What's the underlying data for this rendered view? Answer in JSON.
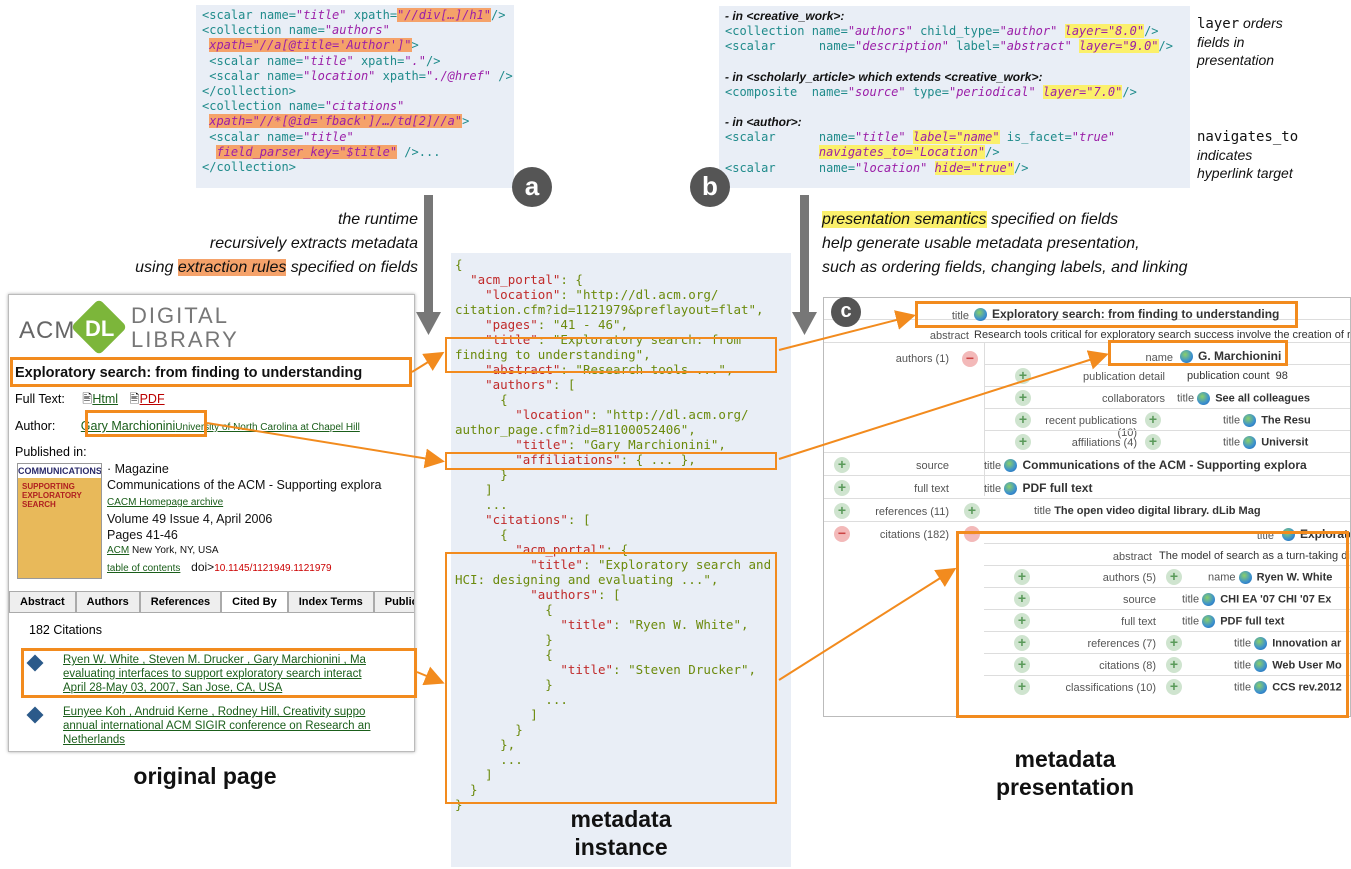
{
  "panel_a": {
    "lines": [
      [
        [
          "tg",
          "<scalar "
        ],
        [
          "an",
          "name="
        ],
        [
          "av",
          "\"title\" "
        ],
        [
          "an",
          "xpath="
        ],
        [
          "hlo",
          "\"//div[…]/h1\""
        ],
        [
          "tg",
          "/>"
        ]
      ],
      [
        [
          "tg",
          "<collection "
        ],
        [
          "an",
          "name="
        ],
        [
          "av",
          "\"authors\""
        ]
      ],
      [
        [
          "tg",
          " "
        ],
        [
          "hlo",
          "xpath=\"//a[@title='Author']\""
        ],
        [
          "tg",
          ">"
        ]
      ],
      [
        [
          "tg",
          " <scalar "
        ],
        [
          "an",
          "name="
        ],
        [
          "av",
          "\"title\" "
        ],
        [
          "an",
          "xpath="
        ],
        [
          "av",
          "\".\""
        ],
        [
          "tg",
          "/>"
        ]
      ],
      [
        [
          "tg",
          " <scalar "
        ],
        [
          "an",
          "name="
        ],
        [
          "av",
          "\"location\" "
        ],
        [
          "an",
          "xpath="
        ],
        [
          "av",
          "\"./@href\" "
        ],
        [
          "tg",
          "/>"
        ]
      ],
      [
        [
          "tg",
          "</collection>"
        ]
      ],
      [
        [
          "tg",
          "<collection "
        ],
        [
          "an",
          "name="
        ],
        [
          "av",
          "\"citations\""
        ]
      ],
      [
        [
          "tg",
          " "
        ],
        [
          "hlo",
          "xpath=\"//*[@id='fback']/…/td[2]//a\""
        ],
        [
          "tg",
          ">"
        ]
      ],
      [
        [
          "tg",
          " <scalar "
        ],
        [
          "an",
          "name="
        ],
        [
          "av",
          "\"title\""
        ]
      ],
      [
        [
          "tg",
          "  "
        ],
        [
          "hlo",
          "field_parser_key=\"$title\""
        ],
        [
          "tg",
          " />..."
        ]
      ],
      [
        [
          "tg",
          "</collection>"
        ]
      ]
    ],
    "label": "a"
  },
  "panel_b": {
    "lines": [
      [
        [
          "hd",
          "- in <creative_work>:"
        ]
      ],
      [
        [
          "tg",
          "<collection "
        ],
        [
          "an",
          "name="
        ],
        [
          "av",
          "\"authors\" "
        ],
        [
          "an",
          "child_type="
        ],
        [
          "av",
          "\"author\" "
        ],
        [
          "hly",
          "layer=\"8.0\""
        ],
        [
          "tg",
          "/>"
        ]
      ],
      [
        [
          "tg",
          "<scalar      "
        ],
        [
          "an",
          "name="
        ],
        [
          "av",
          "\"description\" "
        ],
        [
          "an",
          "label="
        ],
        [
          "av",
          "\"abstract\" "
        ],
        [
          "hly",
          "layer=\"9.0\""
        ],
        [
          "tg",
          "/>"
        ]
      ],
      [
        [
          "tg",
          ""
        ]
      ],
      [
        [
          "hd",
          "- in <scholarly_article> which extends <creative_work>:"
        ]
      ],
      [
        [
          "tg",
          "<composite  "
        ],
        [
          "an",
          "name="
        ],
        [
          "av",
          "\"source\" "
        ],
        [
          "an",
          "type="
        ],
        [
          "av",
          "\"periodical\" "
        ],
        [
          "hly",
          "layer=\"7.0\""
        ],
        [
          "tg",
          "/>"
        ]
      ],
      [
        [
          "tg",
          ""
        ]
      ],
      [
        [
          "hd",
          "- in <author>:"
        ]
      ],
      [
        [
          "tg",
          "<scalar      "
        ],
        [
          "an",
          "name="
        ],
        [
          "av",
          "\"title\" "
        ],
        [
          "hly",
          "label=\"name\""
        ],
        [
          "an",
          " is_facet="
        ],
        [
          "av",
          "\"true\""
        ]
      ],
      [
        [
          "tg",
          "             "
        ],
        [
          "hly",
          "navigates_to=\"Location\""
        ],
        [
          "tg",
          "/>"
        ]
      ],
      [
        [
          "tg",
          "<scalar      "
        ],
        [
          "an",
          "name="
        ],
        [
          "av",
          "\"location\" "
        ],
        [
          "hly",
          "hide=\"true\""
        ],
        [
          "tg",
          "/>"
        ]
      ]
    ],
    "label": "b"
  },
  "notes": {
    "layer_kw": "layer",
    "layer_text1": " orders",
    "layer_text2": "fields in",
    "layer_text3": "presentation",
    "nav_kw": "navigates_to",
    "nav_text1": "indicates",
    "nav_text2": "hyperlink target"
  },
  "extraction_caption": {
    "line1": "the runtime",
    "line2": "recursively extracts metadata",
    "line3_pre": "using ",
    "line3_hl": "extraction rules",
    "line3_post": " specified on fields"
  },
  "presentation_caption": {
    "line1_hl": "presentation semantics",
    "line1_post": " specified on fields",
    "line2": "help generate usable metadata presentation,",
    "line3": "such as ordering fields, changing labels, and linking"
  },
  "json_lines": [
    "{",
    "  \"acm_portal\": {",
    "    \"location\": \"http://dl.acm.org/",
    "citation.cfm?id=1121979&preflayout=flat\",",
    "    \"pages\": \"41 - 46\",",
    "    \"title\": \"Exploratory search: from",
    "finding to understanding\",",
    "    \"abstract\": \"Research tools ...\",",
    "    \"authors\": [",
    "      {",
    "        \"location\": \"http://dl.acm.org/",
    "author_page.cfm?id=81100052406\",",
    "        \"title\": \"Gary Marchionini\",",
    "        \"affiliations\": { ... },",
    "      }",
    "    ]",
    "    ...",
    "    \"citations\": [",
    "      {",
    "        \"acm_portal\": {",
    "          \"title\": \"Exploratory search and",
    "HCI: designing and evaluating ...\",",
    "          \"authors\": [",
    "            {",
    "              \"title\": \"Ryen W. White\",",
    "            }",
    "            {",
    "              \"title\": \"Steven Drucker\",",
    "            }",
    "            ...",
    "          ]",
    "        }",
    "      },",
    "      ...",
    "    ]",
    "  }",
    "}"
  ],
  "original_page": {
    "logo_acm": "ACM",
    "logo_dl": "DL",
    "logo_digital": "DIGITAL",
    "logo_library": "LIBRARY",
    "title": "Exploratory search: from finding to understanding",
    "fulltext_label": "Full Text:",
    "html_link": "Html",
    "pdf_link": "PDF",
    "author_label": "Author:",
    "author_name": "Gary Marchionini",
    "author_affil": "University of North Carolina at Chapel Hill",
    "published_in": "Published in:",
    "mag_type": "· Magazine",
    "mag_name": "Communications of the ACM - Supporting explora",
    "mag_links": "CACM Homepage archive",
    "volume": "Volume 49 Issue 4, April 2006",
    "pages": "Pages 41-46",
    "publisher_link": "ACM",
    "publisher_place": " New York, NY, USA",
    "toc": "table of contents",
    "doi_label": "doi>",
    "doi": "10.1145/1121949.1121979",
    "cover_text": "COMMUNICATIONS",
    "cover_sub": "SUPPORTING EXPLORATORY SEARCH",
    "tabs": [
      "Abstract",
      "Authors",
      "References",
      "Cited By",
      "Index Terms",
      "Publicat"
    ],
    "citations_count": "182 Citations",
    "cite1": [
      "Ryen W. White , Steven M. Drucker , Gary Marchionini , Ma",
      "evaluating interfaces to support exploratory search interact",
      "April 28-May 03, 2007, San Jose, CA, USA"
    ],
    "cite2": [
      "Eunyee Koh , Andruid Kerne , Rodney Hill, Creativity suppo",
      "annual international ACM SIGIR conference on Research an",
      "Netherlands"
    ]
  },
  "captions": {
    "original": "original page",
    "instance1": "metadata",
    "instance2": "instance",
    "presentation1": "metadata",
    "presentation2": "presentation"
  },
  "presentation": {
    "label": "c",
    "title_lbl": "title",
    "title": "Exploratory search: from finding to understanding",
    "abstract_lbl": "abstract",
    "abstract": "Research tools critical for exploratory search success involve the creation of r",
    "authors_lbl": "authors (1)",
    "name_lbl": "name",
    "name": "G. Marchionini",
    "pubdetail_lbl": "publication detail",
    "pubcount": "publication count  98",
    "collab_lbl": "collaborators",
    "collab": "See all colleagues",
    "recent_lbl": "recent publications (10)",
    "recent": "The Resu",
    "affil_lbl": "affiliations (4)",
    "affil": "Universit",
    "source_lbl": "source",
    "source": "Communications of the ACM - Supporting explora",
    "fulltext_lbl": "full text",
    "fulltext": "PDF full text",
    "refs_lbl": "references (11)",
    "refs": "The open video digital library. dLib Mag",
    "cits_lbl": "citations (182)",
    "c_title": "Exploratory search and HCI: d",
    "c_abstract": "The model of search as a turn-taking dialo",
    "c_authors_lbl": "authors (5)",
    "c_name": "Ryen W. White",
    "c_source": "CHI EA '07 CHI '07 Ex",
    "c_fulltext": "PDF full text",
    "c_refs_lbl": "references (7)",
    "c_refs": "Innovation ar",
    "c_cits_lbl": "citations (8)",
    "c_cits": "Web User Mo",
    "c_class_lbl": "classifications (10)",
    "c_class": "CCS rev.2012"
  },
  "colors": {
    "orange": "#f28b1e",
    "arrow_gray": "#777777",
    "code_bg": "#e9eef6"
  }
}
